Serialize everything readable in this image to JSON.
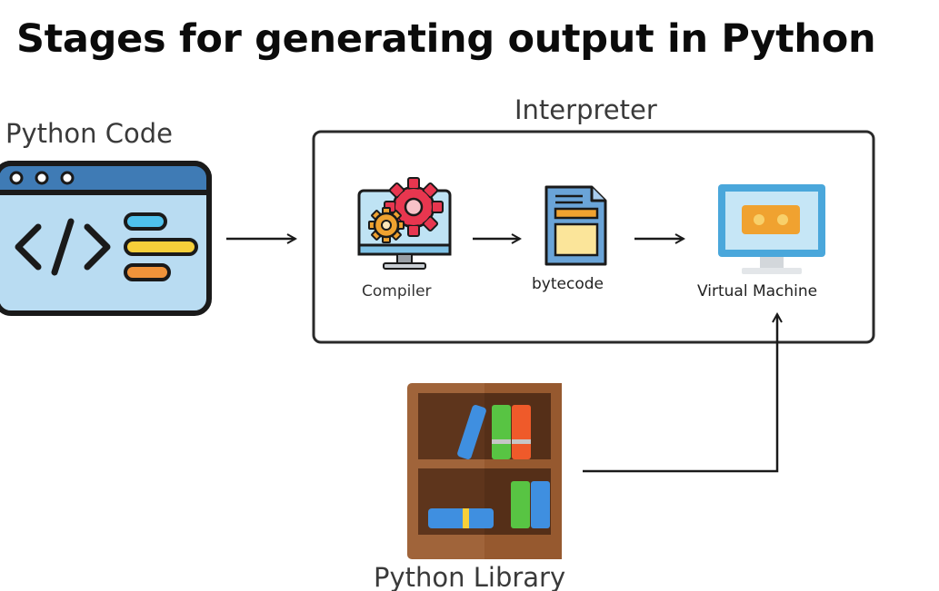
{
  "title": "Stages for generating output in Python",
  "nodes": {
    "python_code": "Python Code",
    "interpreter": "Interpreter",
    "compiler": "Compiler",
    "bytecode": "bytecode",
    "virtual_machine": "Virtual Machine",
    "python_library": "Python Library"
  },
  "icons": {
    "python_code": "code-window-icon",
    "compiler": "monitor-gears-icon",
    "bytecode": "document-icon",
    "virtual_machine": "monitor-icon",
    "python_library": "bookshelf-icon"
  },
  "colors": {
    "outline": "#1a1a1a",
    "code_window_bg": "#b9dcf2",
    "code_window_bar": "#3f7bb5",
    "gear_red": "#e8364f",
    "gear_orange": "#f0a230",
    "doc_blue": "#6aa4d8",
    "doc_yellow": "#fbe59a",
    "doc_orange": "#f0a230",
    "vm_blue": "#4aa7db",
    "vm_orange": "#f0a230",
    "shelf_brown": "#a0643a",
    "shelf_dark": "#6b3d22",
    "book_blue": "#3f8fe0",
    "book_green": "#58c443",
    "book_red": "#ef5a2a"
  }
}
